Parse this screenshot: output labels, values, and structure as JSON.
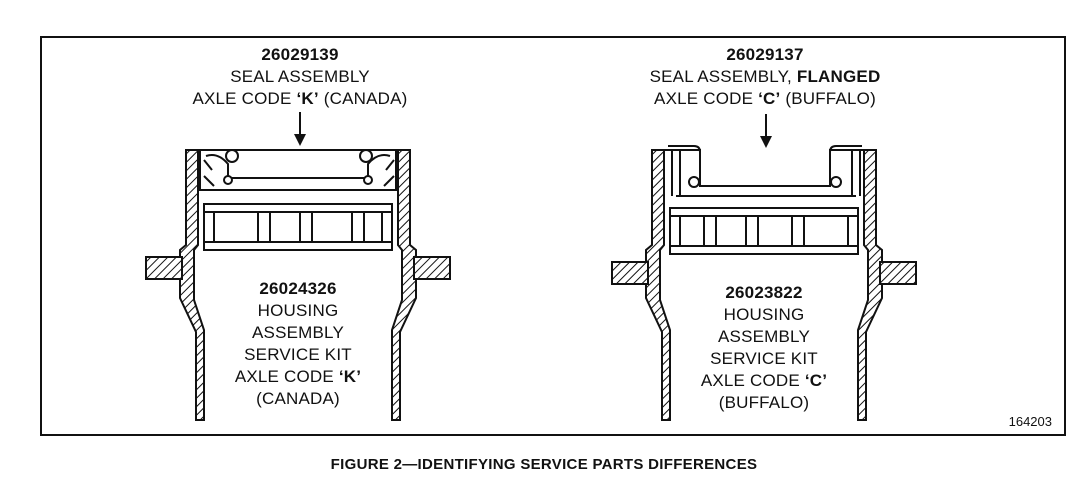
{
  "left": {
    "seal_part_no": "26029139",
    "seal_name": "SEAL ASSEMBLY",
    "seal_code_prefix": "AXLE CODE ",
    "seal_code": "‘K’",
    "seal_code_suffix": " (CANADA)",
    "housing_part_no": "26024326",
    "housing_lines": [
      "HOUSING",
      "ASSEMBLY",
      "SERVICE KIT"
    ],
    "housing_code_prefix": "AXLE CODE ",
    "housing_code": "‘K’",
    "housing_region": "(CANADA)"
  },
  "right": {
    "seal_part_no": "26029137",
    "seal_name": "SEAL ASSEMBLY, ",
    "seal_flanged": "FLANGED",
    "seal_code_prefix": "AXLE CODE ",
    "seal_code": "‘C’",
    "seal_code_suffix": " (BUFFALO)",
    "housing_part_no": "26023822",
    "housing_lines": [
      "HOUSING",
      "ASSEMBLY",
      "SERVICE KIT"
    ],
    "housing_code_prefix": "AXLE CODE ",
    "housing_code": "‘C’",
    "housing_region": "(BUFFALO)"
  },
  "reference_number": "164203",
  "caption": "FIGURE 2—IDENTIFYING SERVICE PARTS DIFFERENCES"
}
